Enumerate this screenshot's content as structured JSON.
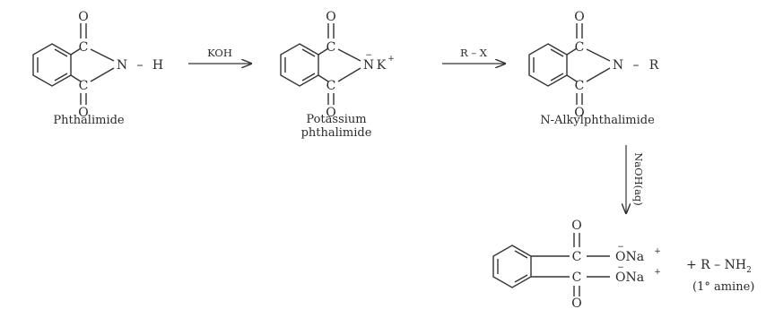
{
  "atoms": {
    "carbon": "C",
    "oxygen": "O",
    "nitrogen": "N",
    "dash": "–",
    "hydrogen": "H",
    "potassium": "K",
    "plus_charge": "+",
    "minus_charge": "−",
    "alkyl": "R",
    "sodium_oxide": "ONa"
  },
  "labels": {
    "phthalimide": "Phthalimide",
    "potassium_phthalimide_line1": "Potassium",
    "potassium_phthalimide_line2": "phthalimide",
    "n_alkylphthalimide": "N-Alkylphthalimide"
  },
  "reagents": {
    "step1": "KOH",
    "step2": "R – X",
    "step3": "NaOH(aq)"
  },
  "byproduct": {
    "formula": "+ R – NH",
    "subscript": "2",
    "note": "(1° amine)"
  }
}
